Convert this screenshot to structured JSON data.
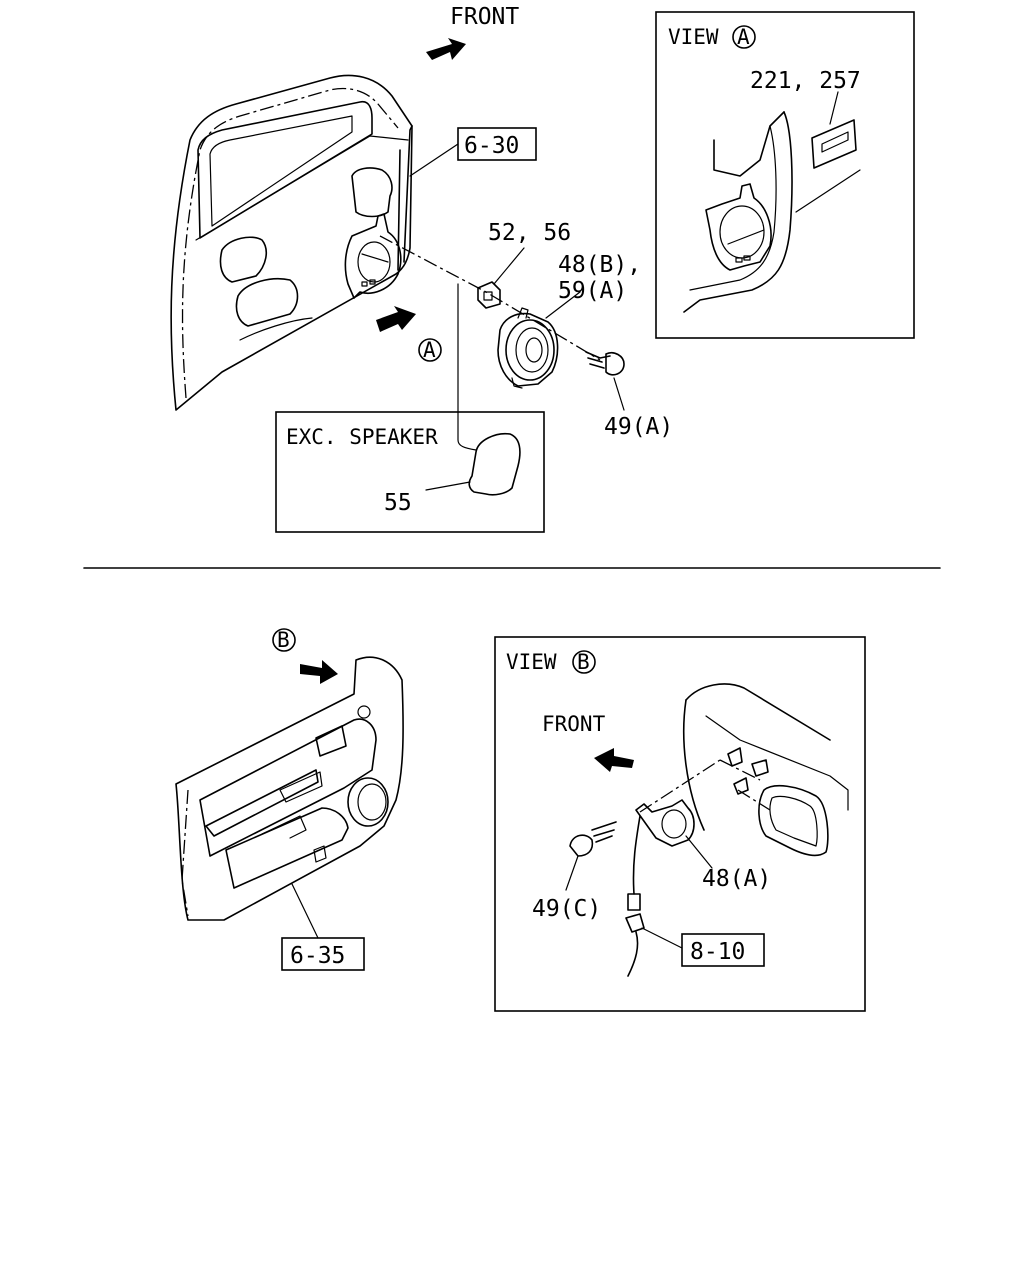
{
  "top": {
    "front_label": "FRONT",
    "ref_door": "6-30",
    "callout_a": "A",
    "parts": {
      "clip": "52, 56",
      "speaker_line1": "48(B),",
      "speaker_line2": "59(A)",
      "screw": "49(A)"
    },
    "exc_box": {
      "title": "EXC. SPEAKER",
      "part": "55"
    },
    "view_a": {
      "title": "VIEW",
      "circle": "A",
      "part": "221, 257"
    }
  },
  "bottom": {
    "callout_b": "B",
    "ref_trim": "6-35",
    "view_b": {
      "title": "VIEW",
      "circle": "B",
      "front_label": "FRONT",
      "tweeter": "48(A)",
      "screw": "49(C)",
      "ref_harness": "8-10"
    }
  }
}
